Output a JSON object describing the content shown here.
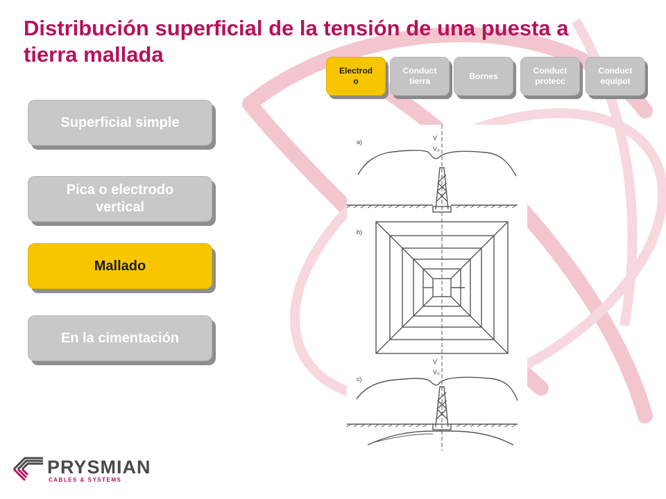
{
  "slide": {
    "title": "Distribución superficial de la tensión de una puesta a tierra mallada"
  },
  "tabs": [
    {
      "label": "Electrod\no",
      "active": true
    },
    {
      "label": "Conduct\ntierra",
      "active": false
    },
    {
      "label": "Bornes",
      "active": false
    },
    {
      "label": "Conduct\nprotecc",
      "active": false
    },
    {
      "label": "Conduct\nequipot",
      "active": false
    }
  ],
  "menu": [
    {
      "label": "Superficial simple",
      "active": false
    },
    {
      "label": "Pica o electrodo\nvertical",
      "active": false
    },
    {
      "label": "Mallado",
      "active": true
    },
    {
      "label": "En la cimentación",
      "active": false
    }
  ],
  "diagram": {
    "label_a": "a)",
    "label_b": "b)",
    "label_c": "c)",
    "v_label": "V",
    "v0_label": "V₀"
  },
  "logo": {
    "word": "PRYSMIAN",
    "tagline": "CABLES & SYSTEMS"
  },
  "colors": {
    "accent": "#b5125a",
    "active": "#f7c600",
    "inactive": "#c8c8c8"
  }
}
